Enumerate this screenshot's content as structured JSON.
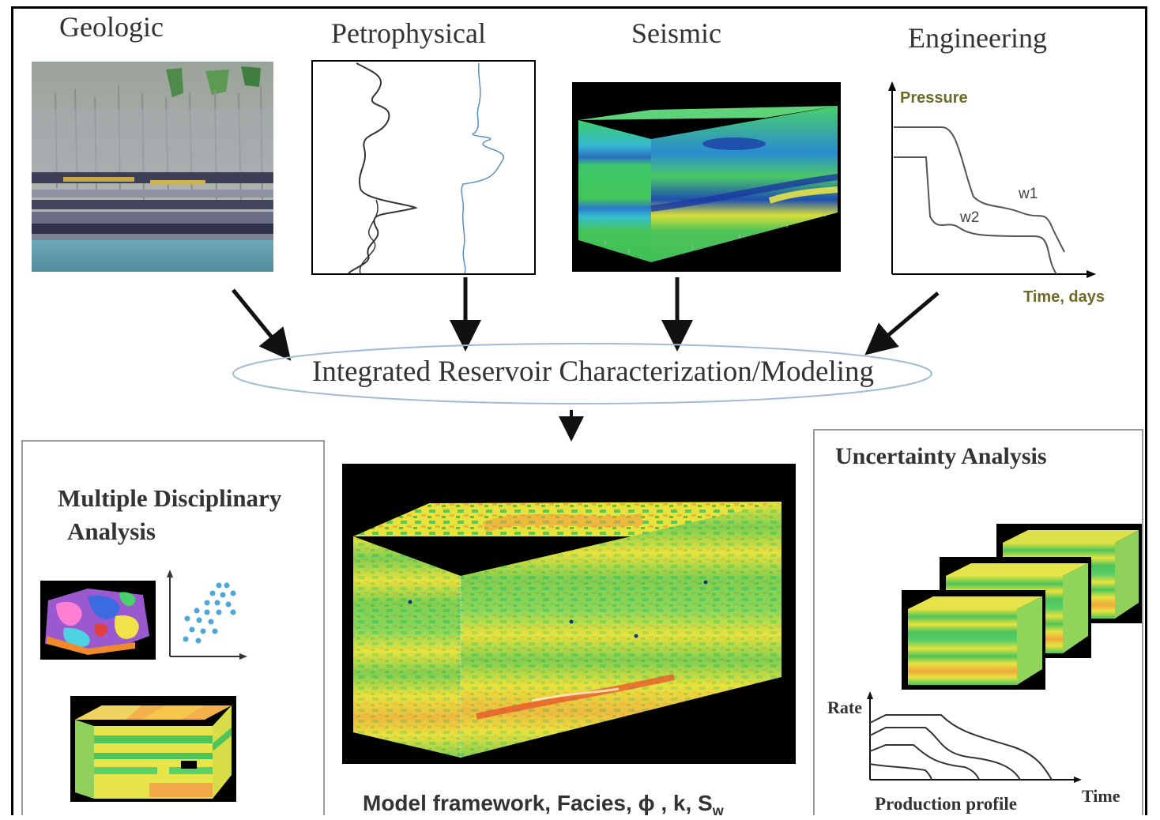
{
  "headers": {
    "geologic": "Geologic",
    "petrophysical": "Petrophysical",
    "seismic": "Seismic",
    "engineering": "Engineering"
  },
  "engineering_plot": {
    "y_label": "Pressure",
    "x_label": "Time, days",
    "curve1": "w1",
    "curve2": "w2"
  },
  "center": {
    "ellipse_label": "Integrated Reservoir Characterization/Modeling",
    "model_caption": "Model framework, Facies, ϕ , k, S",
    "model_caption_sub": "w"
  },
  "left_panel": {
    "title_line1": "Multiple Disciplinary",
    "title_line2": "Analysis"
  },
  "right_panel": {
    "title": "Uncertainty Analysis",
    "rate_label": "Rate",
    "time_label": "Time",
    "profile_label": "Production profile"
  },
  "colors": {
    "seismic_green": "#3cc85a",
    "model_yellow": "#e8e43a",
    "model_green": "#4cc45a",
    "axis_label_olive": "#6b6b2a",
    "ellipse_stroke": "#9fbcd8"
  }
}
